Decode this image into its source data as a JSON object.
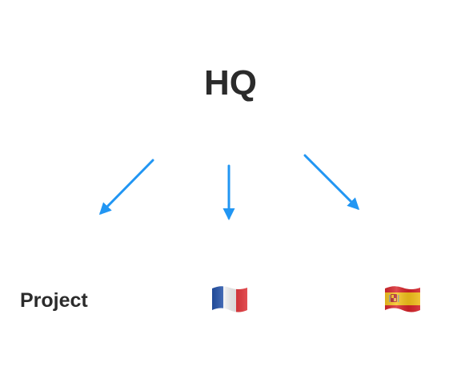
{
  "diagram": {
    "root": {
      "label": "HQ"
    },
    "children": [
      {
        "id": "project",
        "label": "Project"
      },
      {
        "id": "france",
        "icon": "france-flag-icon"
      },
      {
        "id": "spain",
        "icon": "spain-flag-icon"
      }
    ],
    "colors": {
      "arrow": "#2196f3",
      "text": "#2b2b2b",
      "background": "#ffffff"
    }
  }
}
